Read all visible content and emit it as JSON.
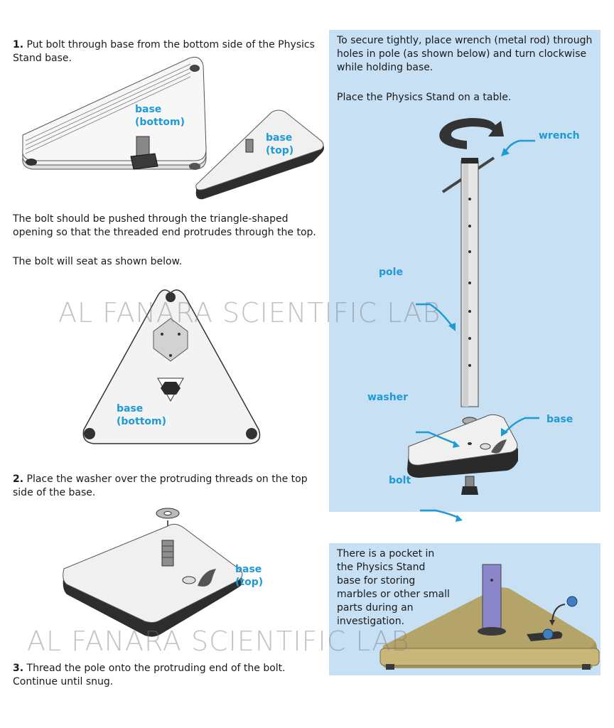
{
  "step1": {
    "number": "1.",
    "text": "Put bolt through base from the bottom side of the Physics Stand base."
  },
  "step1_labels": {
    "base_bottom_1": "base",
    "base_bottom_2": "(bottom)",
    "base_top_1": "base",
    "base_top_2": "(top)"
  },
  "step1_note": "The bolt should be pushed through the triangle-shaped opening so that the threaded end protrudes through the top.",
  "step1_seat": "The bolt will seat as shown below.",
  "seat_labels": {
    "line1": "base",
    "line2": "(bottom)"
  },
  "step2": {
    "number": "2.",
    "text": "Place the washer over the protruding threads on the top side of the base."
  },
  "step2_labels": {
    "line1": "base",
    "line2": "(top)"
  },
  "step3": {
    "number": "3.",
    "text": "Thread the pole onto the protruding end of the bolt. Continue until snug."
  },
  "panel1": {
    "text1": "To secure tightly, place wrench (metal rod) through holes in pole (as shown below) and turn clockwise while holding base.",
    "text2": "Place the Physics Stand on a table.",
    "labels": {
      "wrench": "wrench",
      "pole": "pole",
      "washer": "washer",
      "base": "base",
      "bolt": "bolt"
    }
  },
  "panel2": {
    "text": "There is a pocket in the Physics Stand base for storing marbles or other small parts during an investigation."
  },
  "watermark": "AL FANARA SCIENTIFIC LAB",
  "colors": {
    "label_blue": "#1e9ad6",
    "panel_bg": "#c7e0f4",
    "pole_purple": "#8a86c9",
    "base_gold": "#c9b679"
  }
}
